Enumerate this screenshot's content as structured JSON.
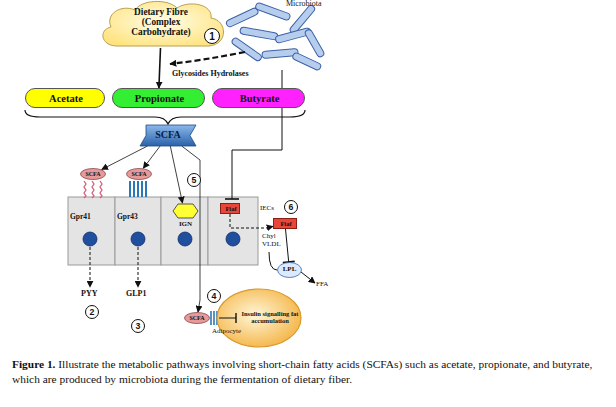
{
  "diagram": {
    "caption": "Figure 1. Illustrate the metabolic pathways involving short-chain fatty acids (SCFAs) such as acetate, propionate, and butyrate, which are produced by microbiota during the fermentation of dietary fiber.",
    "nodes": [
      {
        "text": [
          "Dietary Fibre (Complex Carbohydrate)"
        ]
      },
      {
        "text": [
          "Acetate"
        ]
      },
      {
        "text": [
          "Propionate"
        ]
      },
      {
        "text": [
          "Butyrate"
        ]
      },
      {
        "text": [
          "SCFA"
        ]
      },
      {
        "text": [
          "SCFA"
        ]
      },
      {
        "text": [
          "SCFA"
        ]
      },
      {
        "text": [
          "IGN"
        ]
      },
      {
        "text": [
          "Fiaf"
        ]
      },
      {
        "text": [
          "Fiaf"
        ]
      },
      {
        "text": [
          "LPL"
        ]
      },
      {
        "text": [
          "SCFA"
        ]
      },
      {
        "text": [
          "Insulin signalling fat accumulation"
        ]
      }
    ],
    "edges": [
      {
        "from": 0,
        "to": 2,
        "arrow": "to"
      },
      {
        "from": 4,
        "to": 5,
        "arrow": "to"
      },
      {
        "from": 4,
        "to": 6,
        "arrow": "to"
      },
      {
        "from": 4,
        "to": 7,
        "arrow": "to"
      },
      {
        "from": 4,
        "to": 11,
        "arrow": "to"
      },
      {
        "from": 8,
        "to": 9,
        "arrow": "to"
      },
      {
        "from": 9,
        "to": 10,
        "arrow": "none"
      }
    ],
    "labels": [
      "Microbiota",
      "Glycosides Hydrolases",
      "1",
      "Gpr41",
      "Gpr43",
      "PYY",
      "2",
      "GLP1",
      "3",
      "5",
      "IECs",
      "6",
      "Chyl VLDL",
      "FFA",
      "4",
      "Adipocyte"
    ]
  }
}
